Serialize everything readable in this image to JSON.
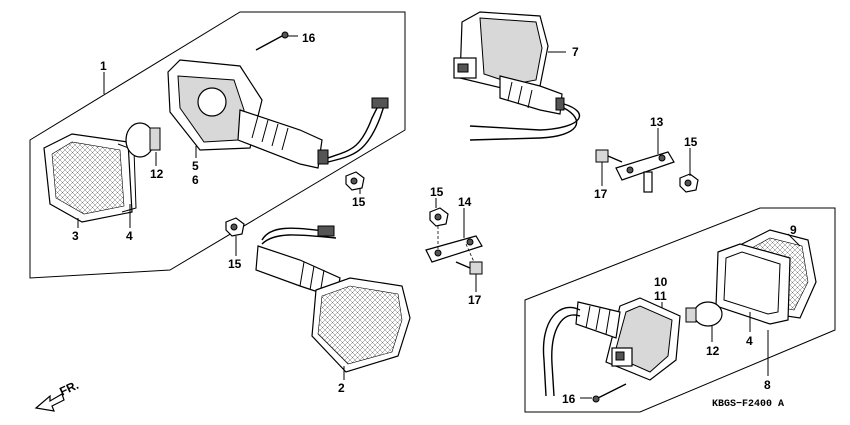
{
  "diagram": {
    "callouts": {
      "c1": "1",
      "c2": "2",
      "c3": "3",
      "c4a": "4",
      "c4b": "4",
      "c5": "5",
      "c6": "6",
      "c7": "7",
      "c8": "8",
      "c9": "9",
      "c10": "10",
      "c11": "11",
      "c12a": "12",
      "c12b": "12",
      "c13": "13",
      "c14": "14",
      "c15a": "15",
      "c15b": "15",
      "c15c": "15",
      "c15d": "15",
      "c16a": "16",
      "c16b": "16",
      "c17a": "17",
      "c17b": "17"
    },
    "direction_label": "FR.",
    "drawing_code": "KBGS−F2400 A"
  }
}
